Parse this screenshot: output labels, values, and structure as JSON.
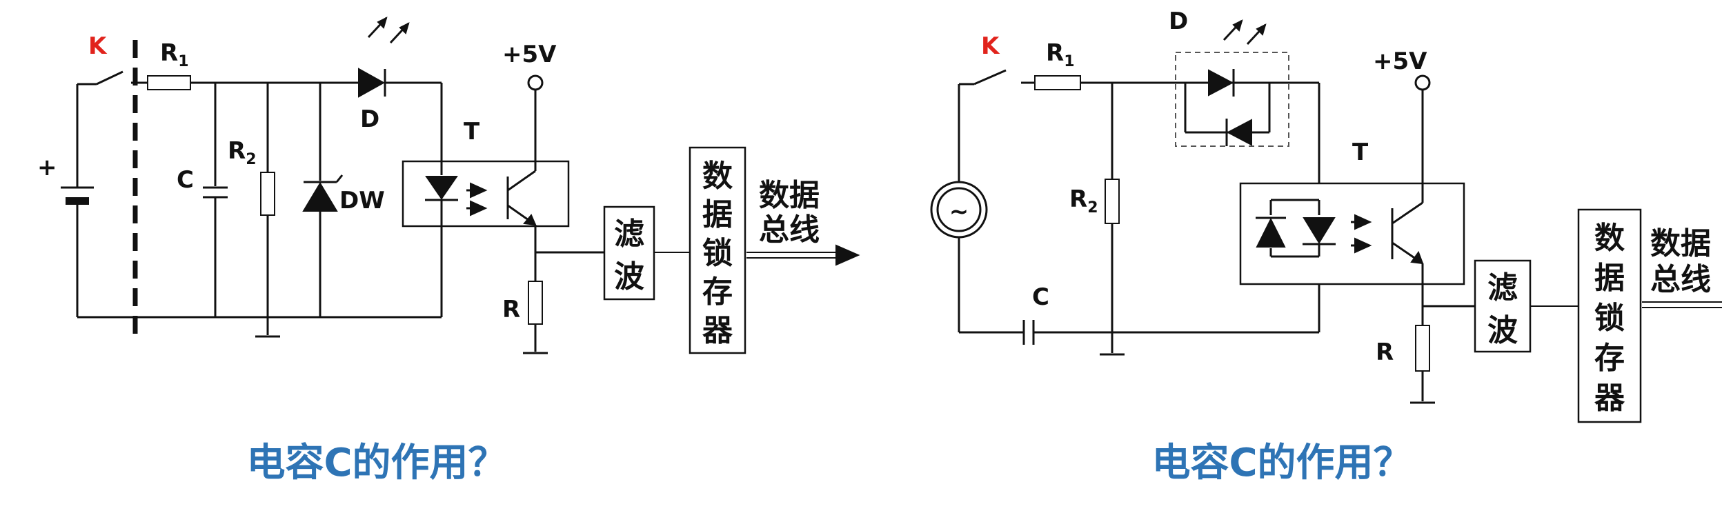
{
  "left": {
    "switch_label": "K",
    "r1_label": "R",
    "r1_sub": "1",
    "r2_label": "R",
    "r2_sub": "2",
    "c_label": "C",
    "dw_label": "DW",
    "d_label": "D",
    "t_label": "T",
    "vcc_label": "+5V",
    "plus_label": "+",
    "r_label": "R",
    "filter_chars": [
      "滤",
      "波"
    ],
    "latch_chars": [
      "数",
      "据",
      "锁",
      "存",
      "器"
    ],
    "bus_lines": [
      "数据",
      "总线"
    ],
    "question": "电容C的作用？"
  },
  "right": {
    "switch_label": "K",
    "r1_label": "R",
    "r1_sub": "1",
    "r2_label": "R",
    "r2_sub": "2",
    "c_label": "C",
    "d_label": "D",
    "t_label": "T",
    "vcc_label": "+5V",
    "r_label": "R",
    "source_symbol": "~",
    "filter_chars": [
      "滤",
      "波"
    ],
    "latch_chars": [
      "数",
      "据",
      "锁",
      "存",
      "器"
    ],
    "bus_lines": [
      "数据",
      "总线"
    ],
    "question": "电容C的作用？"
  },
  "colors": {
    "switch_label": "#e1231c",
    "question": "#2e74b5",
    "line": "#111111"
  }
}
